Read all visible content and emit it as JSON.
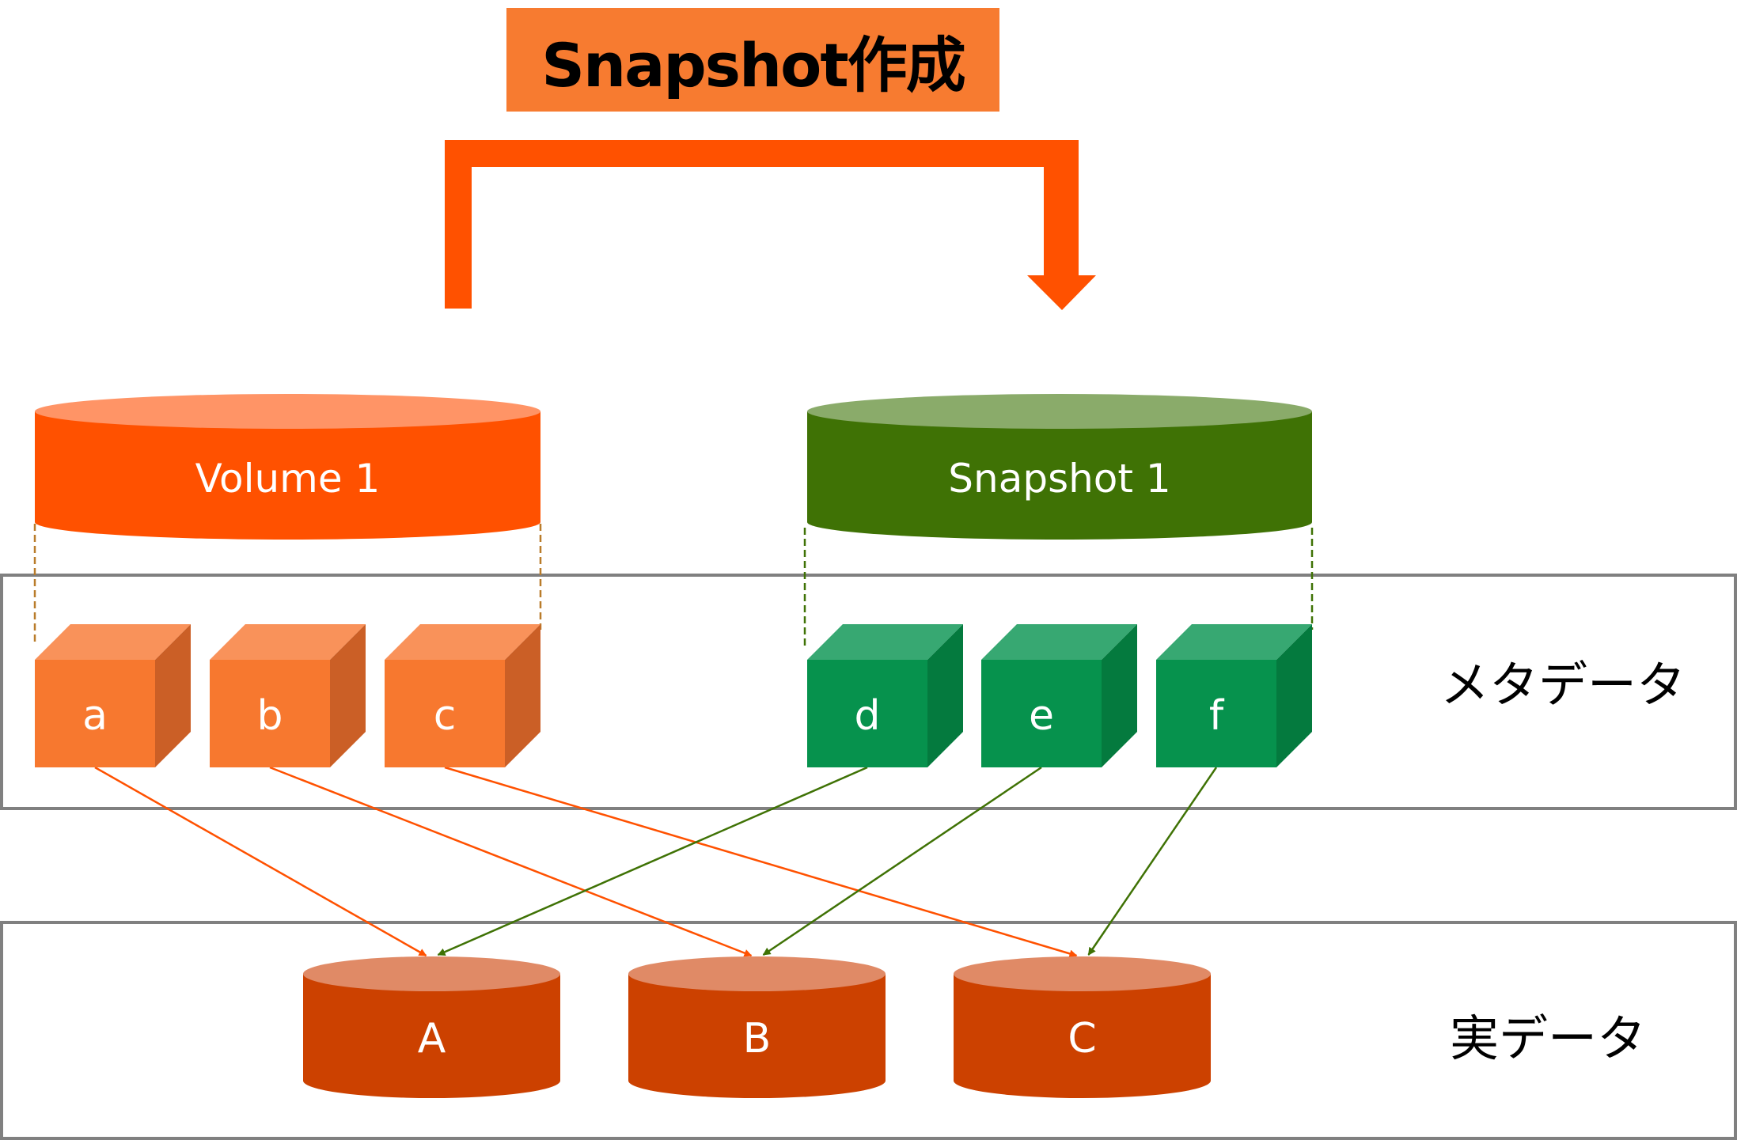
{
  "title": "Snapshot作成",
  "volume": {
    "label": "Volume 1",
    "color": "#FF5100",
    "top_color": "#FF9466"
  },
  "snapshot": {
    "label": "Snapshot 1",
    "color": "#3F7205",
    "top_color": "#8AAB6A"
  },
  "metadata_label": "メタデータ",
  "realdata_label": "実データ",
  "volume_blocks": [
    {
      "label": "a",
      "points_to": "A"
    },
    {
      "label": "b",
      "points_to": "B"
    },
    {
      "label": "c",
      "points_to": "C"
    }
  ],
  "snapshot_blocks": [
    {
      "label": "d",
      "points_to": "A"
    },
    {
      "label": "e",
      "points_to": "B"
    },
    {
      "label": "f",
      "points_to": "C"
    }
  ],
  "data_stores": [
    {
      "label": "A"
    },
    {
      "label": "B"
    },
    {
      "label": "C"
    }
  ],
  "colors": {
    "accent_orange": "#FF5100",
    "title_bg": "#F77B30",
    "orange_cube_front": "#F7782F",
    "orange_cube_top": "#F9925A",
    "orange_cube_side": "#CB5F26",
    "green_cube_front": "#06924D",
    "green_cube_top": "#37A872",
    "green_cube_side": "#047A3E",
    "data_cyl_body": "#CC4100",
    "data_cyl_top": "#E08A66",
    "panel_border": "#808080",
    "orange_dash": "#B97C2A",
    "green_dash": "#3F7205",
    "green_line": "#3F7205"
  }
}
